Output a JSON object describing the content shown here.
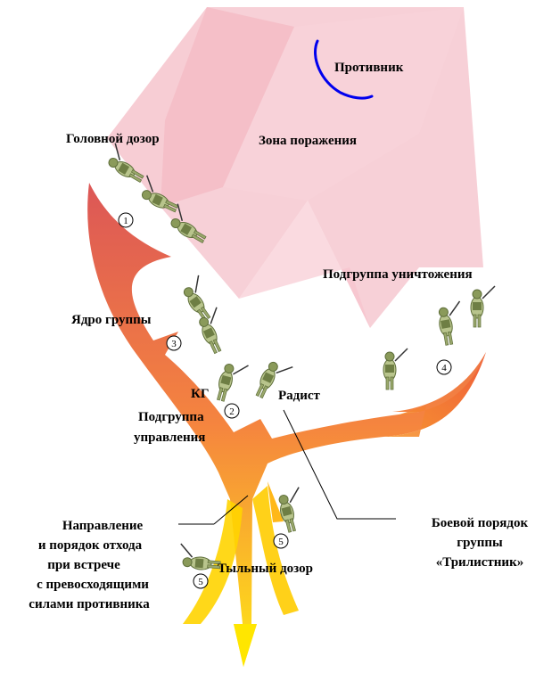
{
  "labels": {
    "enemy": "Противник",
    "kill_zone": "Зона поражения",
    "head_patrol": "Головной дозор",
    "group_core": "Ядро группы",
    "destruction_subgroup": "Подгруппа уничтожения",
    "commander": "КГ",
    "radio_operator": "Радист",
    "control_subgroup_line1": "Подгруппа",
    "control_subgroup_line2": "управления",
    "retreat_line1": "Направление",
    "retreat_line2": "и порядок отхода",
    "retreat_line3": "при встрече",
    "retreat_line4": "с превосходящими",
    "retreat_line5": "силами противника",
    "rear_patrol": "Тыльный дозор",
    "formation_line1": "Боевой порядок",
    "formation_line2": "группы",
    "formation_line3": "«Трилистник»"
  },
  "markers": {
    "m1": "1",
    "m2": "2",
    "m3": "3",
    "m4": "4",
    "m5a": "5",
    "m5b": "5"
  },
  "colors": {
    "kill_zone_fill": "#f6c8d0",
    "enemy_line": "#0000ee",
    "arrow_top": "#d94848",
    "arrow_mid": "#f47a2e",
    "arrow_bottom": "#ffe600",
    "soldier_uniform": "#b8c48c",
    "soldier_dark": "#5e6e3a"
  },
  "icons": {
    "enemy_marker": "enemy-line-icon",
    "soldier": "soldier-icon"
  }
}
